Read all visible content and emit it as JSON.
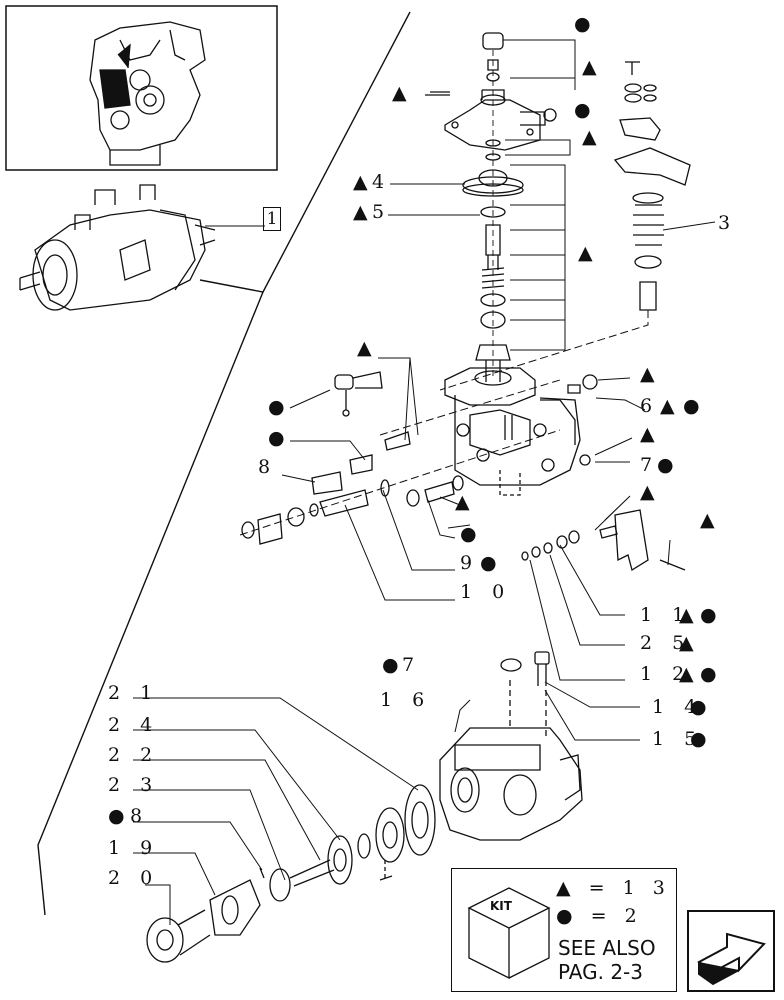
{
  "callouts": {
    "ref1": "1",
    "p3": "3",
    "p4": "4",
    "p5": "5",
    "p6": "6",
    "p7": "7",
    "p8": "8",
    "p9": "9",
    "p10": "1 0",
    "p11": "1 1",
    "p12": "1 2",
    "p14": "1 4",
    "p15": "1 5",
    "p16": "1 6",
    "p7b": "7",
    "p21": "2 1",
    "p24": "2 4",
    "p22": "2 2",
    "p23": "2 3",
    "p8b": "8",
    "p19": "1 9",
    "p20": "2 0",
    "p25": "2 5"
  },
  "legend": {
    "kit_label": "KIT",
    "triangle_value": "1 3",
    "circle_value": "2",
    "equals": "=",
    "see_also_line1": "SEE ALSO",
    "see_also_line2": "PAG. 2-3"
  },
  "symbols": {
    "triangle": "▲",
    "circle": "●"
  }
}
